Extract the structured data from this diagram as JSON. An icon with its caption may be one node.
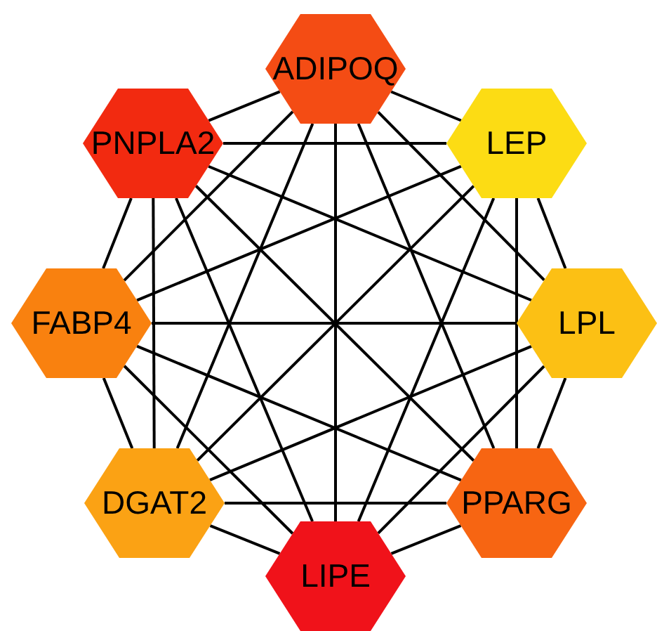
{
  "diagram": {
    "nodes": [
      {
        "text": [
          "ADIPOQ"
        ]
      },
      {
        "text": [
          "PNPLA2"
        ]
      },
      {
        "text": [
          "LEP"
        ]
      },
      {
        "text": [
          "FABP4"
        ]
      },
      {
        "text": [
          "LPL"
        ]
      },
      {
        "text": [
          "DGAT2"
        ]
      },
      {
        "text": [
          "PPARG"
        ]
      },
      {
        "text": [
          "LIPE"
        ]
      }
    ],
    "edges": [
      {
        "from": 0,
        "to": 1,
        "arrow": "none"
      },
      {
        "from": 0,
        "to": 2,
        "arrow": "none"
      },
      {
        "from": 0,
        "to": 3,
        "arrow": "none"
      },
      {
        "from": 0,
        "to": 4,
        "arrow": "none"
      },
      {
        "from": 0,
        "to": 5,
        "arrow": "none"
      },
      {
        "from": 0,
        "to": 6,
        "arrow": "none"
      },
      {
        "from": 0,
        "to": 7,
        "arrow": "none"
      },
      {
        "from": 1,
        "to": 2,
        "arrow": "none"
      },
      {
        "from": 1,
        "to": 3,
        "arrow": "none"
      },
      {
        "from": 1,
        "to": 4,
        "arrow": "none"
      },
      {
        "from": 1,
        "to": 5,
        "arrow": "none"
      },
      {
        "from": 1,
        "to": 6,
        "arrow": "none"
      },
      {
        "from": 1,
        "to": 7,
        "arrow": "none"
      },
      {
        "from": 2,
        "to": 3,
        "arrow": "none"
      },
      {
        "from": 2,
        "to": 4,
        "arrow": "none"
      },
      {
        "from": 2,
        "to": 5,
        "arrow": "none"
      },
      {
        "from": 2,
        "to": 6,
        "arrow": "none"
      },
      {
        "from": 2,
        "to": 7,
        "arrow": "none"
      },
      {
        "from": 3,
        "to": 4,
        "arrow": "none"
      },
      {
        "from": 3,
        "to": 5,
        "arrow": "none"
      },
      {
        "from": 3,
        "to": 6,
        "arrow": "none"
      },
      {
        "from": 3,
        "to": 7,
        "arrow": "none"
      },
      {
        "from": 4,
        "to": 5,
        "arrow": "none"
      },
      {
        "from": 4,
        "to": 6,
        "arrow": "none"
      },
      {
        "from": 4,
        "to": 7,
        "arrow": "none"
      },
      {
        "from": 5,
        "to": 6,
        "arrow": "none"
      },
      {
        "from": 5,
        "to": 7,
        "arrow": "none"
      },
      {
        "from": 6,
        "to": 7,
        "arrow": "none"
      }
    ]
  }
}
